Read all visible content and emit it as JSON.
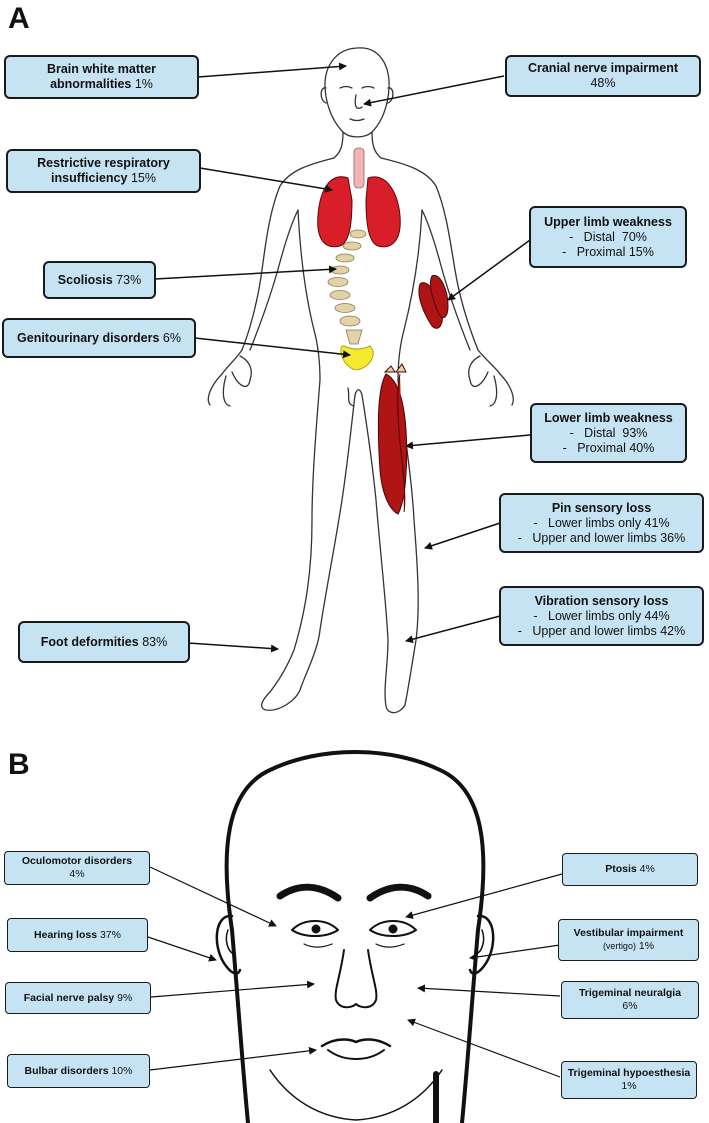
{
  "panels": {
    "a": "A",
    "b": "B"
  },
  "panel_a": {
    "brain": {
      "title": "Brain white matter abnormalities",
      "value": "1%"
    },
    "cranial": {
      "title": "Cranial nerve impairment",
      "value": "48%"
    },
    "respiratory": {
      "title": "Restrictive respiratory insufficiency",
      "value": "15%"
    },
    "upper_limb": {
      "title": "Upper limb weakness",
      "line1": "-   Distal  70%",
      "line2": "-   Proximal 15%"
    },
    "scoliosis": {
      "title": "Scoliosis",
      "value": "73%"
    },
    "genitourinary": {
      "title": "Genitourinary disorders",
      "value": "6%"
    },
    "lower_limb": {
      "title": "Lower limb weakness",
      "line1": "-   Distal  93%",
      "line2": "-   Proximal 40%"
    },
    "pin": {
      "title": "Pin sensory loss",
      "line1": "-   Lower limbs only 41%",
      "line2": "-   Upper and lower limbs 36%"
    },
    "vibration": {
      "title": "Vibration sensory loss",
      "line1": "-   Lower limbs only 44%",
      "line2": "-   Upper and lower limbs 42%"
    },
    "foot": {
      "title": "Foot deformities",
      "value": "83%"
    }
  },
  "panel_b": {
    "oculomotor": {
      "title": "Oculomotor disorders",
      "value": "4%"
    },
    "ptosis": {
      "title": "Ptosis",
      "value": "4%"
    },
    "hearing": {
      "title": "Hearing loss",
      "value": "37%"
    },
    "vestibular": {
      "title": "Vestibular impairment",
      "extra": "(vertigo)",
      "value": "1%"
    },
    "facial": {
      "title": "Facial nerve palsy",
      "value": "9%"
    },
    "trig_neuralgia": {
      "title": "Trigeminal neuralgia",
      "value": "6%"
    },
    "bulbar": {
      "title": "Bulbar disorders",
      "value": "10%"
    },
    "trig_hypo": {
      "title": "Trigeminal hypoesthesia",
      "value": "1%"
    }
  },
  "colors": {
    "label_fill": "#c5e3f3",
    "muscle": "#b01515",
    "lung": "#d81e28",
    "bladder": "#f5ea30",
    "spine": "#e2d2a8",
    "trachea": "#f2b5b5"
  }
}
